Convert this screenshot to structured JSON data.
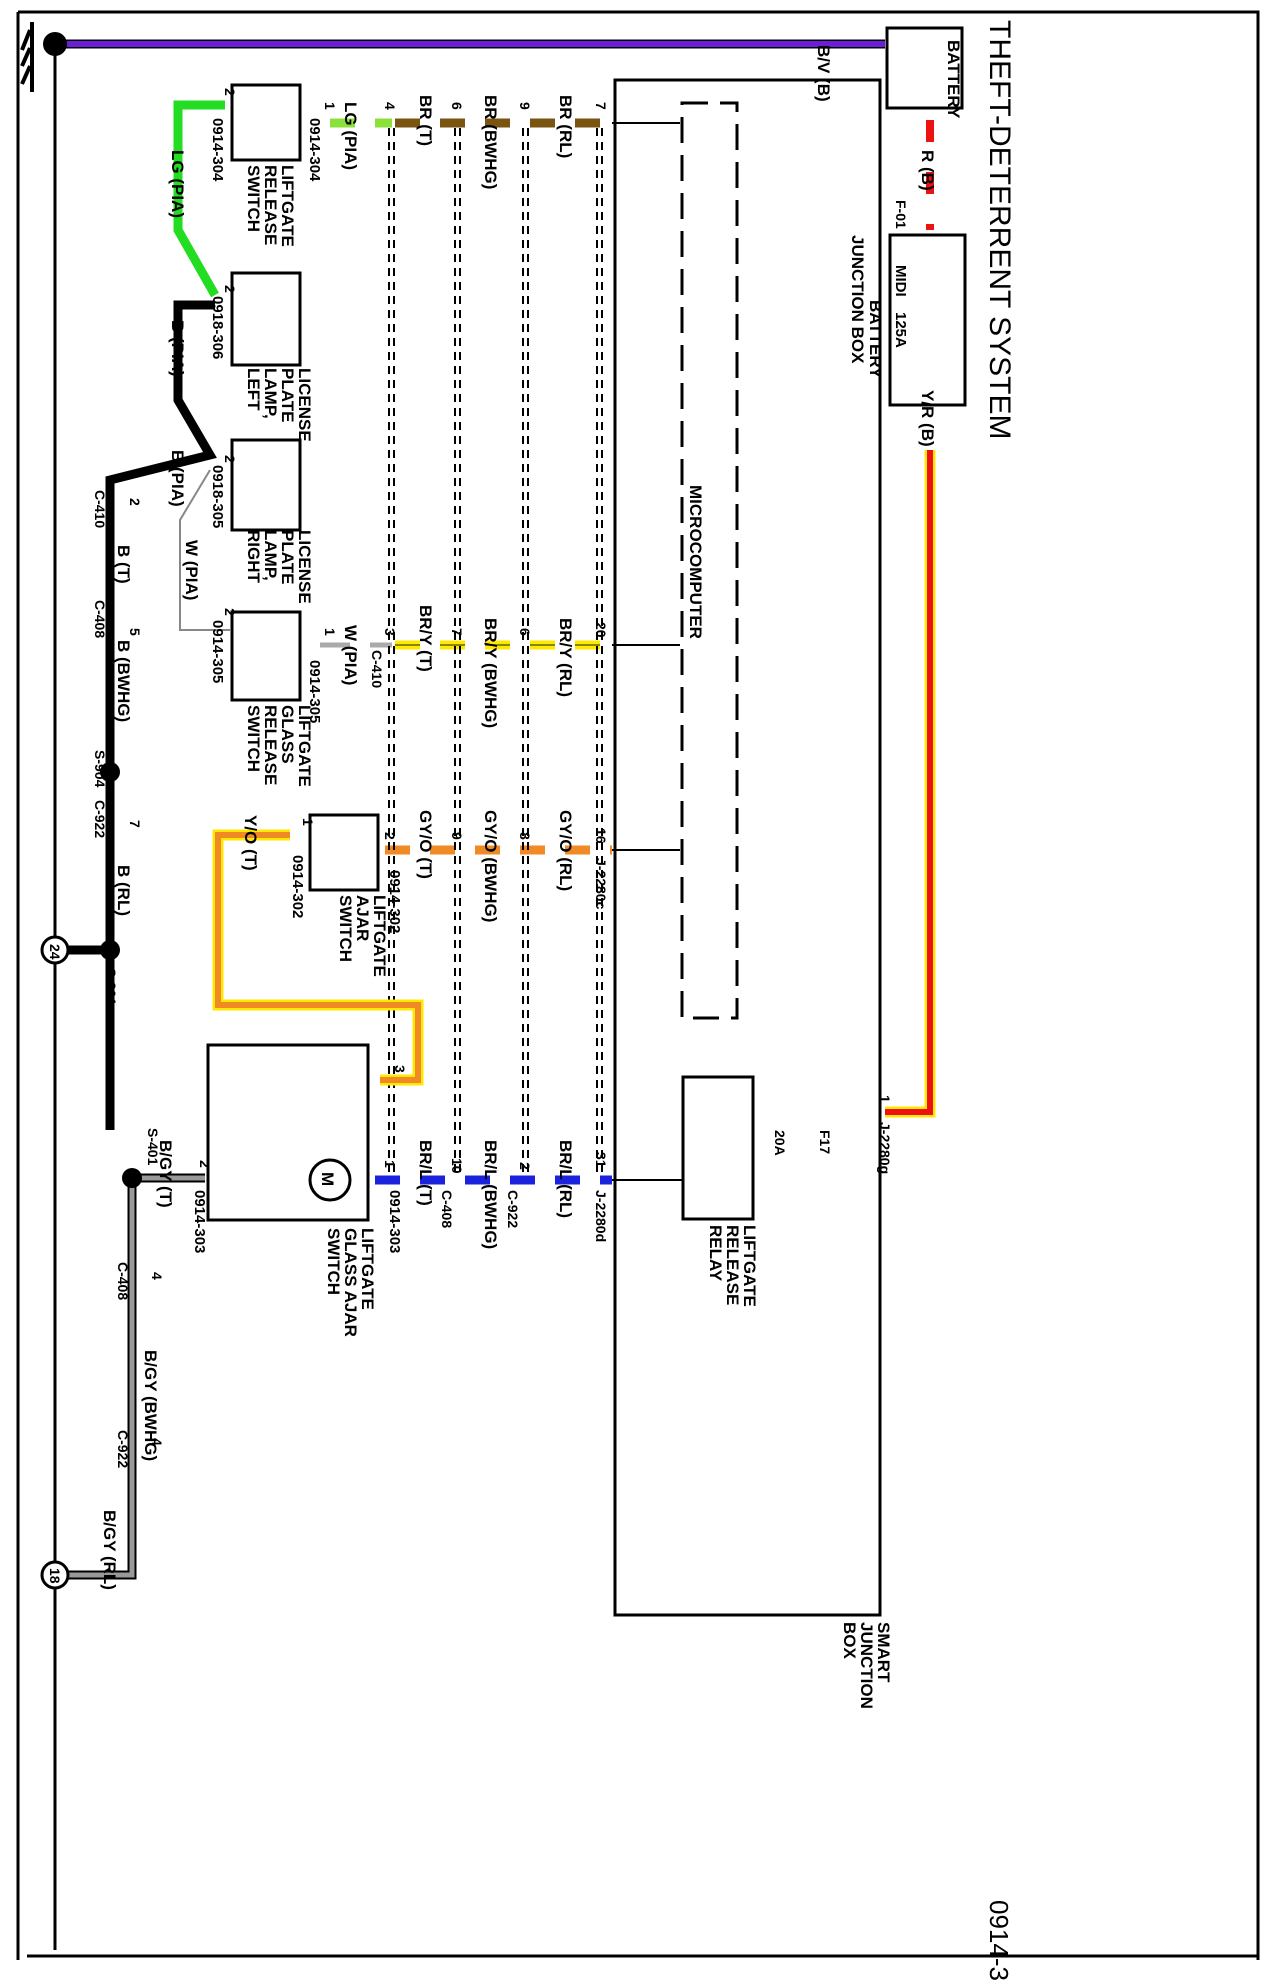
{
  "title": "THEFT-DETERRENT SYSTEM",
  "page_code": "0914-3",
  "colors": {
    "violet": "#6a1fd6",
    "red": "#ee1111",
    "yellow": "#ffe900",
    "brown": "#7a5512",
    "light_green": "#8ce03c",
    "green": "#22dd22",
    "orange": "#f08a24",
    "blue": "#1a22dd",
    "gray": "#999999",
    "black": "#000000"
  },
  "components": {
    "battery": "BATTERY",
    "battery_junction_box": [
      "BATTERY",
      "JUNCTION BOX"
    ],
    "midi_fuse": {
      "name": "MIDI",
      "rating": "125A"
    },
    "smart_junction_box": [
      "SMART",
      "JUNCTION",
      "BOX"
    ],
    "microcomputer": "MICROCOMPUTER",
    "liftgate_release_relay": [
      "LIFTGATE",
      "RELEASE",
      "RELAY"
    ],
    "fuse_f17": {
      "name": "F17",
      "rating": "20A"
    },
    "liftgate_release_switch": [
      "LIFTGATE",
      "RELEASE",
      "SWITCH"
    ],
    "license_plate_lamp_left": [
      "LICENSE",
      "PLATE",
      "LAMP,",
      "LEFT"
    ],
    "license_plate_lamp_right": [
      "LICENSE",
      "PLATE",
      "LAMP,",
      "RIGHT"
    ],
    "liftgate_glass_release_switch": [
      "LIFTGATE",
      "GLASS",
      "RELEASE",
      "SWITCH"
    ],
    "liftgate_ajar_switch": [
      "LIFTGATE",
      "AJAR",
      "SWITCH"
    ],
    "liftgate_glass_ajar_switch": [
      "LIFTGATE",
      "GLASS AJAR",
      "SWITCH"
    ],
    "motor": "M"
  },
  "connectors": {
    "f01": "F-01",
    "j2280c": "J-2280c",
    "j2280d": "J-2280d",
    "j2280g": "J-2280g",
    "c410": "C-410",
    "c408": "C-408",
    "c922": "C-922",
    "s904": "S-904",
    "s301": "S-301",
    "s401": "S-401",
    "g24": "24",
    "g18": "18",
    "box_0914_304": "0914-304",
    "box_0918_306": "0918-306",
    "box_0918_305": "0918-305",
    "box_0914_305": "0914-305",
    "box_0914_302": "0914-302",
    "box_0914_303": "0914-303"
  },
  "wires": {
    "bv_b": "B/V (B)",
    "r_b": "R (B)",
    "yr_b": "Y/R (B)",
    "br_rl": "BR (RL)",
    "br_bwhg": "BR (BWHG)",
    "br_t": "BR (T)",
    "lg_pia": "LG (PIA)",
    "lg_pia_2": "LG (PIA)",
    "b_pia": "B (PIA)",
    "b_pia_2": "B (PIA)",
    "w_pia": "W (PIA)",
    "w_pia_2": "W (PIA)",
    "b_t": "B (T)",
    "b_bwhg": "B (BWHG)",
    "b_rl": "B (RL)",
    "bry_rl": "BR/Y (RL)",
    "bry_bwhg": "BR/Y (BWHG)",
    "bry_t": "BR/Y (T)",
    "gyo_rl": "GY/O (RL)",
    "gyo_bwhg": "GY/O (BWHG)",
    "gyo_t": "GY/O (T)",
    "yo_t": "Y/O (T)",
    "brl_rl": "BR/L (RL)",
    "brl_bwhg": "BR/L (BWHG)",
    "brl_t": "BR/L (T)",
    "bgy_t": "B/GY (T)",
    "bgy_bwhg": "B/GY (BWHG)",
    "bgy_rl": "B/GY (RL)"
  },
  "pins": {
    "br_j": "7",
    "br_c922": "9",
    "br_c408": "6",
    "br_c410": "4",
    "lgsw_1": "1",
    "lgsw_2": "2",
    "lpl_2": "2",
    "lpr_2": "2",
    "b_c410": "2",
    "b_c408": "5",
    "b_c922": "7",
    "bry_j": "20",
    "bry_c922": "6",
    "bry_c408": "7",
    "bry_c410": "3",
    "ggsw_1": "1",
    "ggsw_2": "2",
    "gyo_j": "16",
    "gyo_c922": "8",
    "gyo_c408": "9",
    "ajar_2": "2",
    "ajar_1": "1",
    "gas_3": "3",
    "gas_1": "1",
    "gas_2": "2",
    "brl_j": "31",
    "brl_c922": "2",
    "brl_c408": "10",
    "bgy_c408": "4",
    "bgy_c922": "4",
    "yr_j": "1"
  }
}
